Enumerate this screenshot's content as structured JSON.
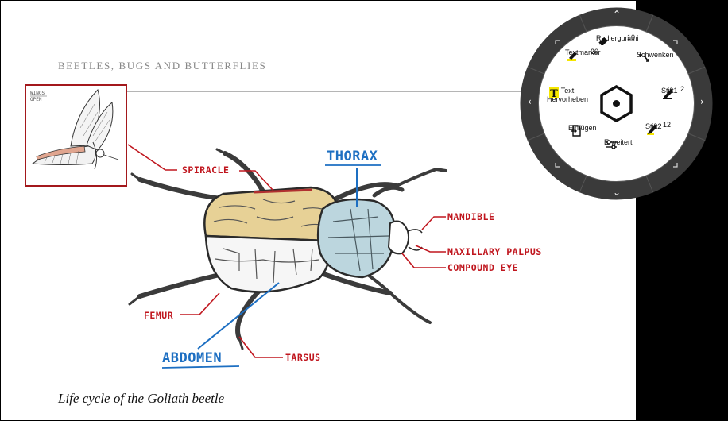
{
  "page": {
    "header": "BEETLES, BUGS AND BUTTERFLIES",
    "caption": "Life cycle of the Goliath beetle"
  },
  "diagram": {
    "inset_label_1": "WINGS",
    "inset_label_2": "OPEN",
    "labels": {
      "spiracle": "SPIRACLE",
      "thorax": "THORAX",
      "mandible": "MANDIBLE",
      "maxillary_palpus": "MAXILLARY PALPUS",
      "compound_eye": "COMPOUND EYE",
      "femur": "FEMUR",
      "abdomen": "ABDOMEN",
      "tarsus": "TARSUS"
    },
    "colors": {
      "red": "#c0161e",
      "blue": "#1d6fc2",
      "wing": "#e8d49a",
      "thorax": "#bcd6de"
    }
  },
  "radial_menu": {
    "items": {
      "eraser": {
        "label": "Radiergummi",
        "badge": "10",
        "icon": "eraser-icon"
      },
      "highlighter": {
        "label": "Textmarker",
        "badge": "20",
        "icon": "highlighter-icon"
      },
      "pan": {
        "label": "Schwenken",
        "icon": "pan-icon"
      },
      "text_highlight": {
        "label_line1": "Text",
        "label_line2": "Hervorheben",
        "icon": "text-highlight-icon"
      },
      "pen1": {
        "label": "Stift1",
        "badge": "2",
        "icon": "pen-icon"
      },
      "insert": {
        "label": "Einfügen",
        "icon": "insert-icon"
      },
      "advanced": {
        "label": "Erweitert",
        "icon": "sliders-icon"
      },
      "pen2": {
        "label": "Stift2",
        "badge": "12",
        "icon": "pen-icon"
      }
    },
    "center_icon": "hex-nut-icon",
    "colors": {
      "ring": "#3a3a3a",
      "inner": "#ffffff",
      "highlight_yellow": "#f5e600"
    }
  }
}
